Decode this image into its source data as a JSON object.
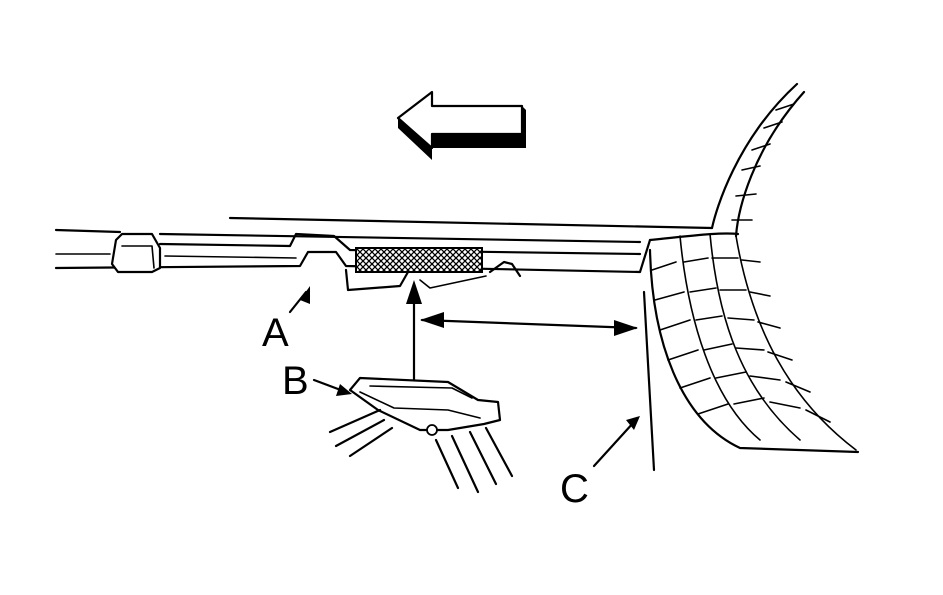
{
  "labels": {
    "a": "A",
    "b": "B",
    "c": "C"
  },
  "colors": {
    "ink": "#000000",
    "paper": "#ffffff"
  },
  "icons": {
    "direction": "arrow-left-icon"
  }
}
